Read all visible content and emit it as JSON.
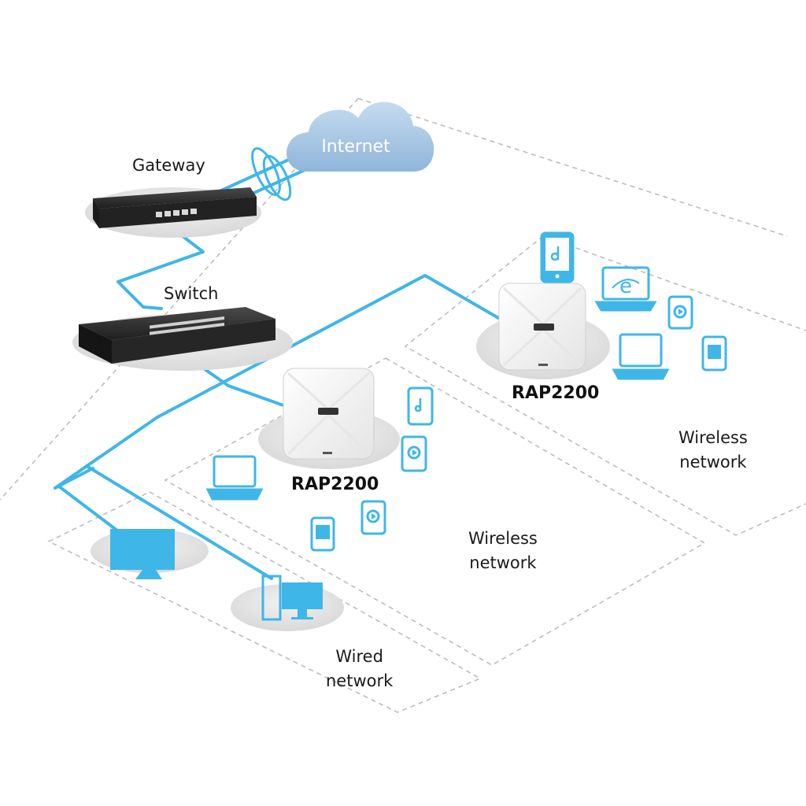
{
  "labels": {
    "internet": "Internet",
    "gateway": "Gateway",
    "switch": "Switch",
    "ap_model_1": "RAP2200",
    "ap_model_2": "RAP2200",
    "wireless_zone_1": [
      "Wireless",
      "network"
    ],
    "wireless_zone_2": [
      "Wireless",
      "network"
    ],
    "wired_zone": [
      "Wired",
      "network"
    ]
  },
  "colors": {
    "accent": "#3fb6e8",
    "cloud": "#a9c8e4",
    "device_dark": "#2a2a2a",
    "dashed_border": "#bdbdbd",
    "platform": "#e3e3e3"
  },
  "icons": {
    "wireless_zone_1": [
      "phone-music-icon",
      "laptop-browser-icon",
      "phone-video-icon",
      "laptop-icon",
      "phone-image-icon"
    ],
    "wireless_zone_2": [
      "phone-music-icon",
      "phone-video-icon",
      "laptop-icon",
      "phone-image-icon",
      "phone-video-icon"
    ],
    "wired_zone": [
      "display-icon",
      "desktop-computer-icon"
    ]
  }
}
